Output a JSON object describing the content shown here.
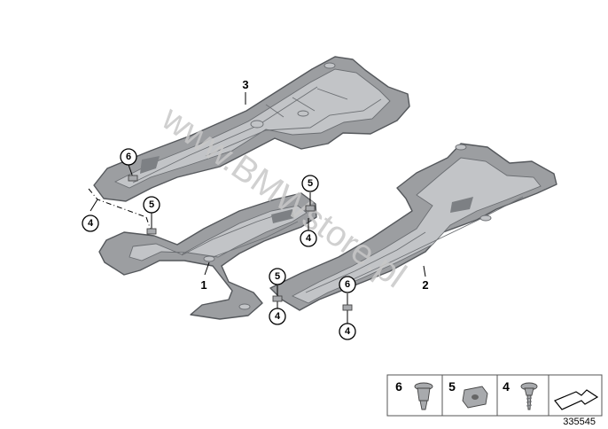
{
  "watermark": "www.BMWstore.pl",
  "part_numbers": {
    "p1": "1",
    "p2": "2",
    "p3": "3"
  },
  "callouts": {
    "c6_top": "6",
    "c5_left": "5",
    "c4_left": "4",
    "c5_center": "5",
    "c4_center": "4",
    "c5_bottom": "5",
    "c4_bottom": "4",
    "c6_right": "6",
    "c4_right": "4"
  },
  "legend": {
    "item6": "6",
    "item5": "5",
    "item4": "4"
  },
  "diagram_id": "335545",
  "colors": {
    "part_fill": "#9c9ea1",
    "part_outline": "#55585c",
    "watermark": "#c8c8c8"
  },
  "icons": {
    "nav_arrow": "arrow-right-icon",
    "fastener_6": "push-rivet-icon",
    "fastener_5": "spring-nut-icon",
    "fastener_4": "screw-icon"
  }
}
